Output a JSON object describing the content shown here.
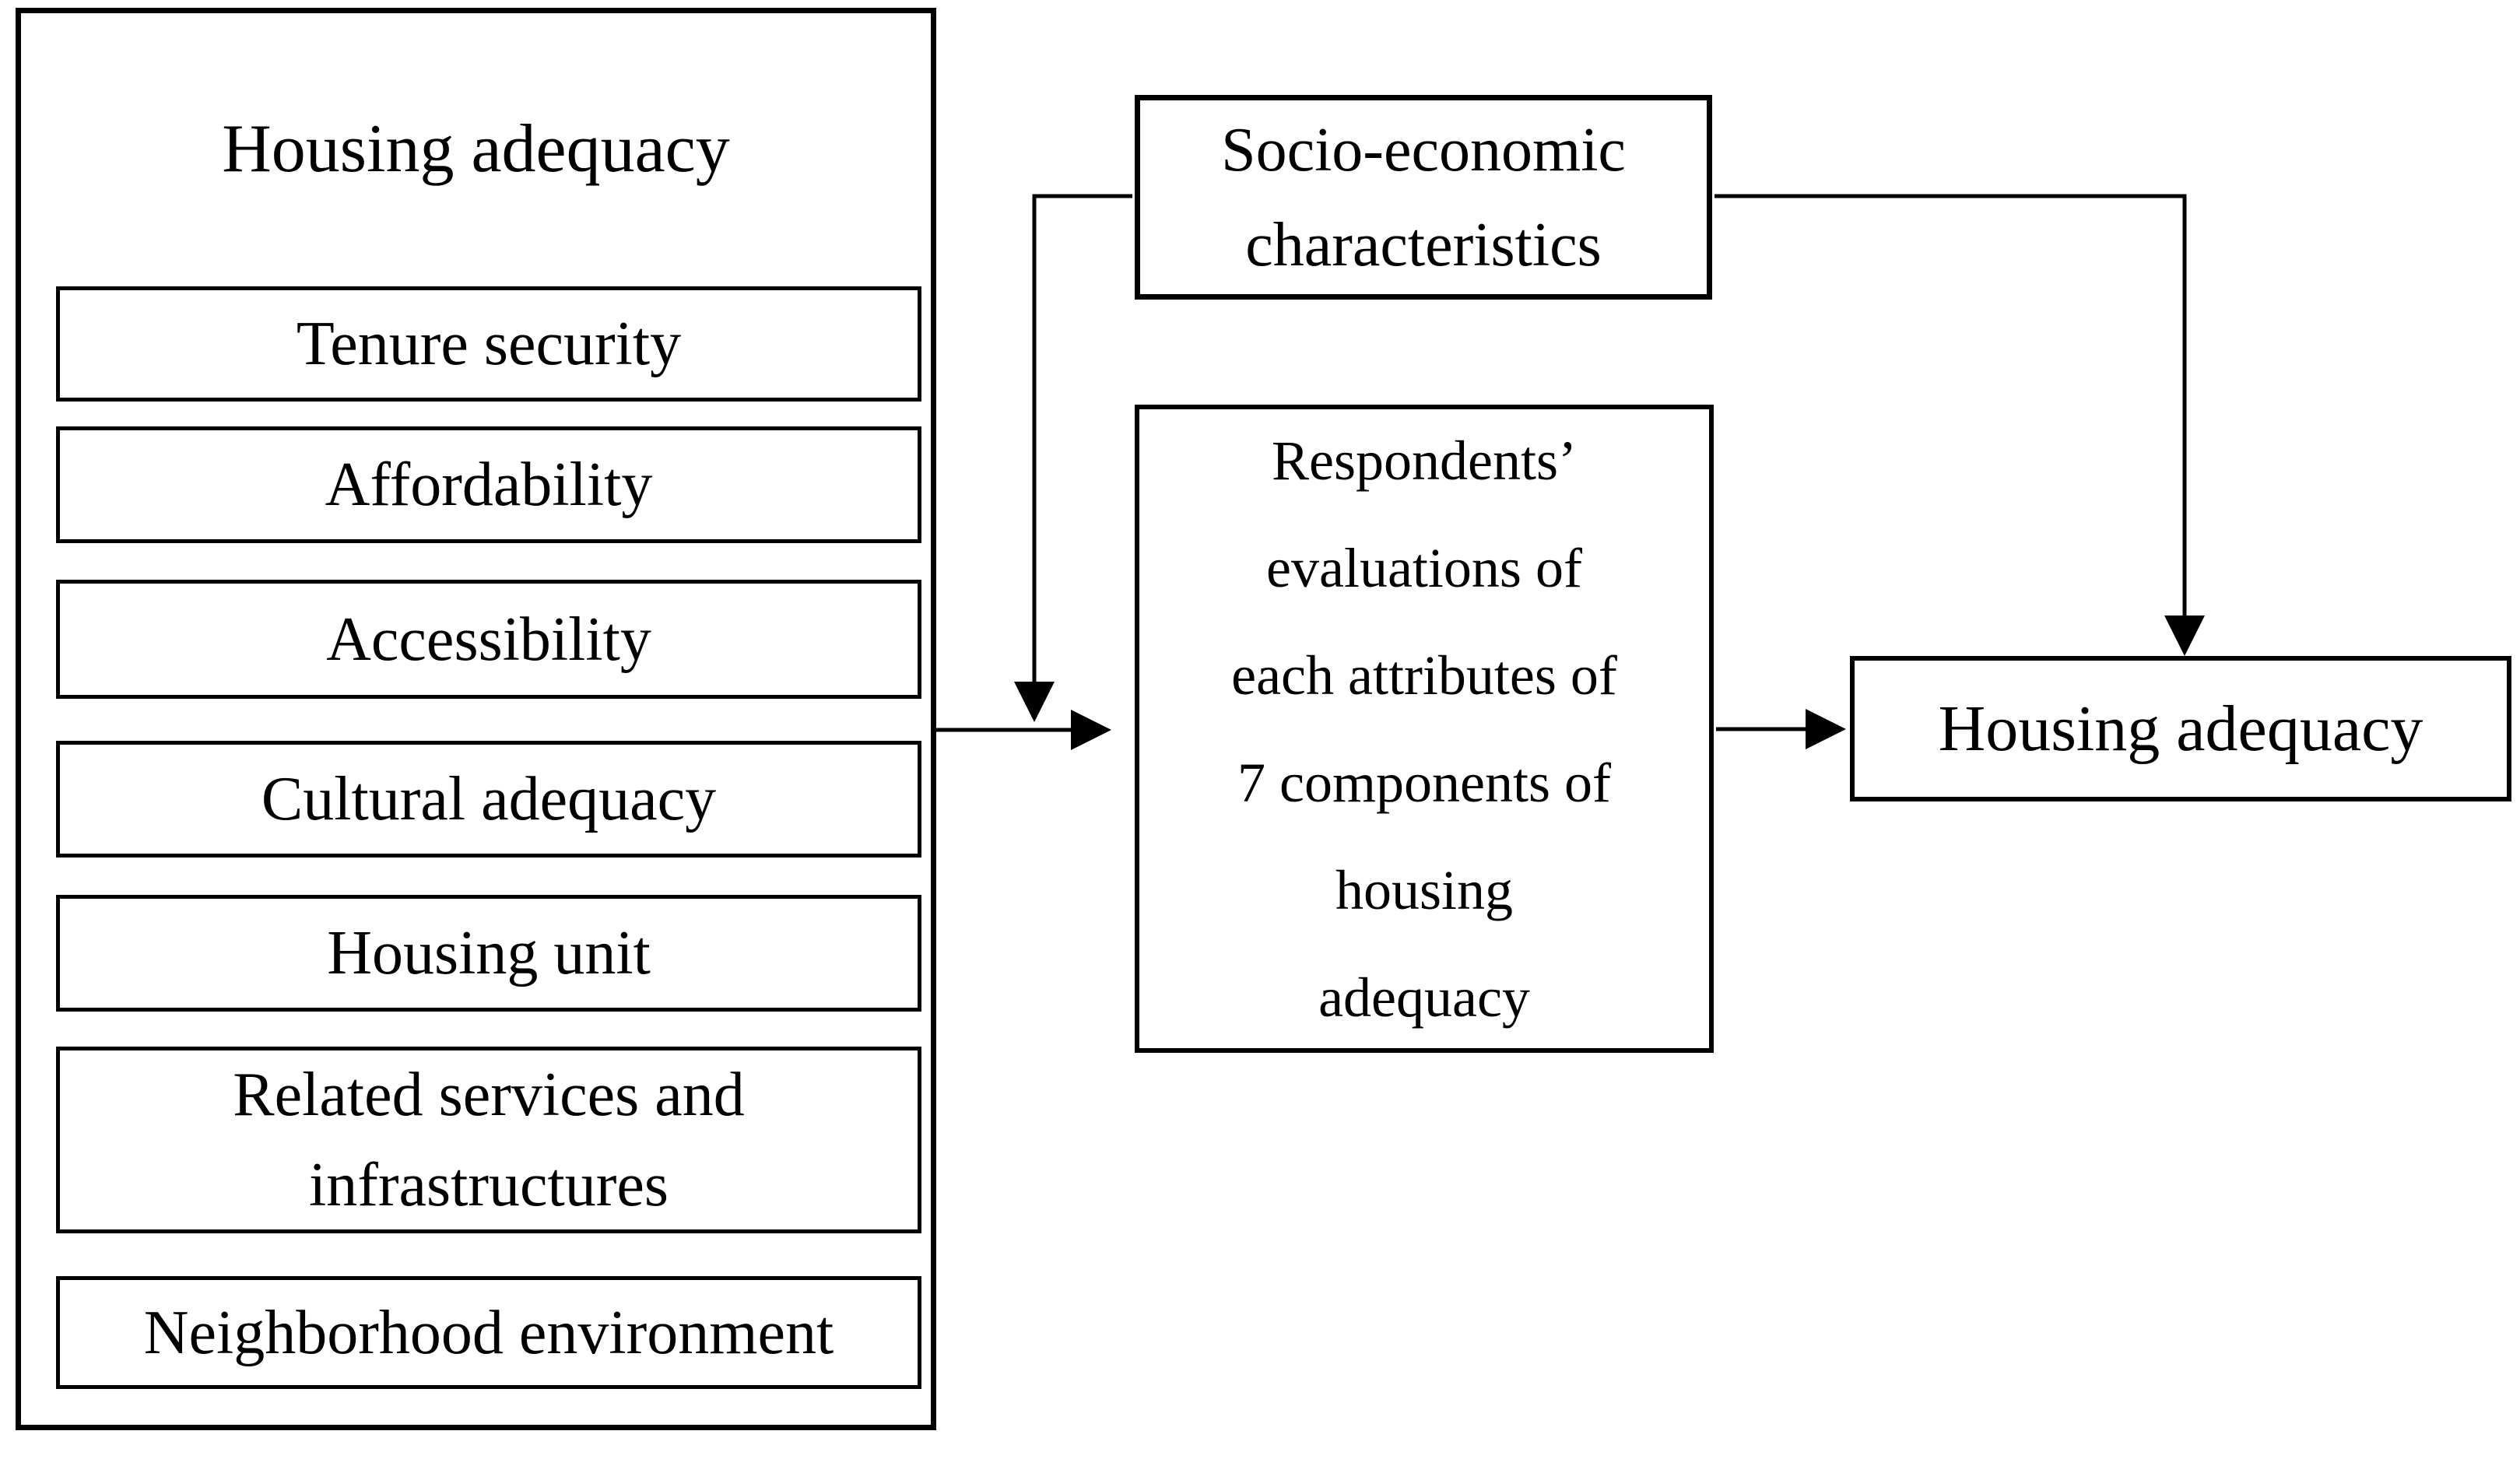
{
  "diagram": {
    "left_panel": {
      "title": "Housing adequacy",
      "items": [
        "Tenure security",
        "Affordability",
        "Accessibility",
        "Cultural adequacy",
        "Housing unit",
        "Related services and\ninfrastructures",
        "Neighborhood environment"
      ]
    },
    "moderator": {
      "label": "Socio-economic\ncharacteristics"
    },
    "evaluation": {
      "label": "Respondents’\nevaluations of\neach attributes of\n7 components of\nhousing\nadequacy"
    },
    "outcome": {
      "label": "Housing adequacy"
    },
    "colors": {
      "line": "#000000",
      "background": "#ffffff",
      "text": "#000000"
    }
  }
}
